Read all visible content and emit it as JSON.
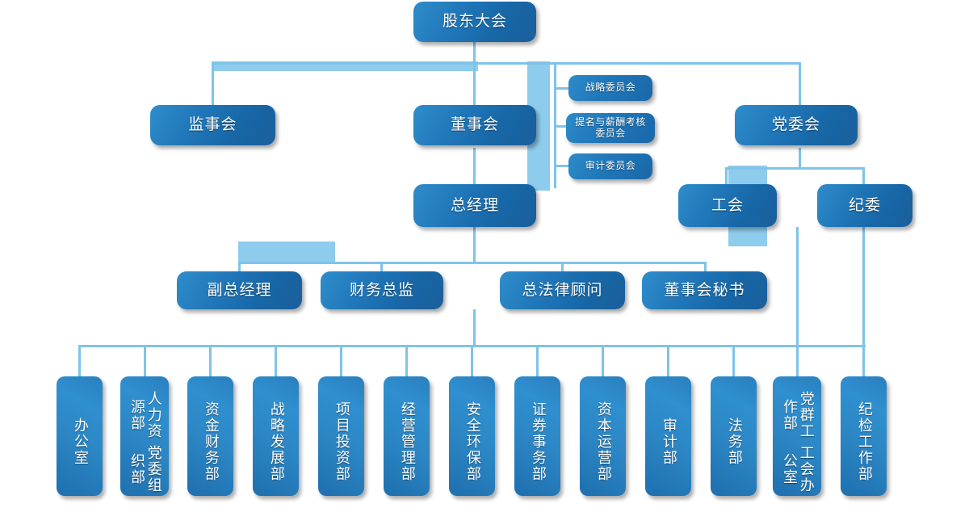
{
  "chart_data": {
    "type": "diagram",
    "title": "公司组织结构图",
    "diagram_kind": "org-chart",
    "palette": {
      "node_fill_light": "#2f8dcb",
      "node_fill_dark": "#1b5f9b",
      "connector": "#7fc3e8",
      "accent_bar": "#8ecced",
      "text": "#ffffff",
      "background": "#ffffff"
    },
    "levels": [
      {
        "level": 1,
        "nodes": [
          "股东大会"
        ]
      },
      {
        "level": 2,
        "nodes": [
          "监事会",
          "董事会",
          "党委会"
        ]
      },
      {
        "level": 2.5,
        "nodes": [
          "战略委员会",
          "提名与薪酬考核委员会",
          "审计委员会"
        ]
      },
      {
        "level": 3,
        "nodes": [
          "总经理",
          "工会",
          "纪委"
        ]
      },
      {
        "level": 4,
        "nodes": [
          "副总经理",
          "财务总监",
          "总法律顾问",
          "董事会秘书"
        ]
      },
      {
        "level": 5,
        "nodes": [
          "办公室",
          "党委组织部 人力资源部",
          "资金财务部",
          "战略发展部",
          "项目投资部",
          "经营管理部",
          "安全环保部",
          "证券事务部",
          "资本运营部",
          "审计部",
          "法务部",
          "工会办公室 党群工作部",
          "纪检工作部"
        ]
      }
    ],
    "edges": [
      {
        "from": "股东大会",
        "to": "监事会"
      },
      {
        "from": "股东大会",
        "to": "董事会"
      },
      {
        "from": "股东大会",
        "to": "党委会"
      },
      {
        "from": "董事会",
        "to": "战略委员会"
      },
      {
        "from": "董事会",
        "to": "提名与薪酬考核委员会"
      },
      {
        "from": "董事会",
        "to": "审计委员会"
      },
      {
        "from": "董事会",
        "to": "总经理"
      },
      {
        "from": "党委会",
        "to": "工会"
      },
      {
        "from": "党委会",
        "to": "纪委"
      },
      {
        "from": "总经理",
        "to": "副总经理"
      },
      {
        "from": "总经理",
        "to": "财务总监"
      },
      {
        "from": "总经理",
        "to": "总法律顾问"
      },
      {
        "from": "总经理",
        "to": "董事会秘书"
      }
    ]
  },
  "top": {
    "shareholders": "股东大会"
  },
  "row2": {
    "supervisory": "监事会",
    "board": "董事会",
    "party": "党委会"
  },
  "committees": [
    {
      "label": "战略委员会"
    },
    {
      "label_line1": "提名与薪酬考核",
      "label_line2": "委员会"
    },
    {
      "label": "审计委员会"
    }
  ],
  "row3": {
    "general_manager": "总经理",
    "labor_union": "工会",
    "discipline": "纪委"
  },
  "row4": {
    "deputy_gm": "副总经理",
    "cfo": "财务总监",
    "general_counsel": "总法律顾问",
    "board_secretary": "董事会秘书"
  },
  "departments": [
    {
      "line1": "办公室"
    },
    {
      "line1": "党委组织部",
      "line2": "人力资源部"
    },
    {
      "line1": "资金财务部"
    },
    {
      "line1": "战略发展部"
    },
    {
      "line1": "项目投资部"
    },
    {
      "line1": "经营管理部"
    },
    {
      "line1": "安全环保部"
    },
    {
      "line1": "证券事务部"
    },
    {
      "line1": "资本运营部"
    },
    {
      "line1": "审计部"
    },
    {
      "line1": "法务部"
    },
    {
      "line1": "工会办公室",
      "line2": "党群工作部"
    },
    {
      "line1": "纪检工作部"
    }
  ]
}
